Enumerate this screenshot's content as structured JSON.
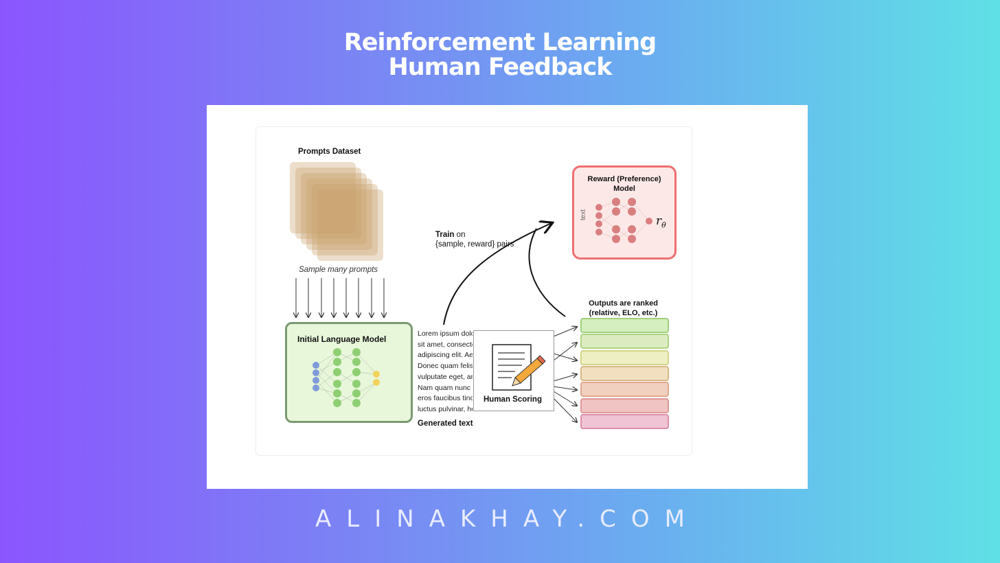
{
  "header": {
    "title_line1": "Reinforcement Learning",
    "title_line2": "Human Feedback"
  },
  "footer": {
    "site": "ALINAKHAY.COM"
  },
  "diagram": {
    "prompts_label": "Prompts Dataset",
    "sample_label": "Sample many prompts",
    "lm_label": "Initial Language Model",
    "generated_lines": [
      "Lorem ipsum dolor",
      "sit amet, consectet",
      "adipiscing elit. Aen",
      "Donec quam felis",
      "vulputate eget, arc",
      "Nam quam nunc",
      "eros faucibus tincid",
      "luctus pulvinar, hen"
    ],
    "generated_label": "Generated text",
    "human_scoring_label": "Human Scoring",
    "train_label_bold": "Train",
    "train_label_rest": " on",
    "train_label_line2": "{sample, reward} pairs",
    "reward_label_line1": "Reward (Preference)",
    "reward_label_line2": "Model",
    "reward_input_label": "text",
    "reward_output_symbol": "r",
    "reward_output_subscript": "θ",
    "ranked_label_line1": "Outputs are ranked",
    "ranked_label_line2": "(relative, ELO, etc.)",
    "ranked_bar_colors": [
      {
        "fill": "#d6efc0",
        "border": "#9fd07a"
      },
      {
        "fill": "#dcecc0",
        "border": "#aed283"
      },
      {
        "fill": "#eef0c3",
        "border": "#d2d488"
      },
      {
        "fill": "#f1dfc0",
        "border": "#d8b785"
      },
      {
        "fill": "#f1d0c0",
        "border": "#e0a78d"
      },
      {
        "fill": "#f1c4c4",
        "border": "#e09797"
      },
      {
        "fill": "#f0c4d4",
        "border": "#dc8eaa"
      }
    ],
    "colors": {
      "prompt_stack": "#c9a06a",
      "lm_fill": "#e8f7da",
      "lm_border": "#7a9a72",
      "lm_node_green": "#8fcf73",
      "lm_node_blue": "#7f9bd8",
      "lm_node_yellow": "#f3d25a",
      "rm_fill": "#fde8e8",
      "rm_border": "#ef6f6f",
      "rm_node": "#d97f7f",
      "pencil_body": "#f2a83b",
      "pencil_tip": "#e36a4d"
    }
  }
}
